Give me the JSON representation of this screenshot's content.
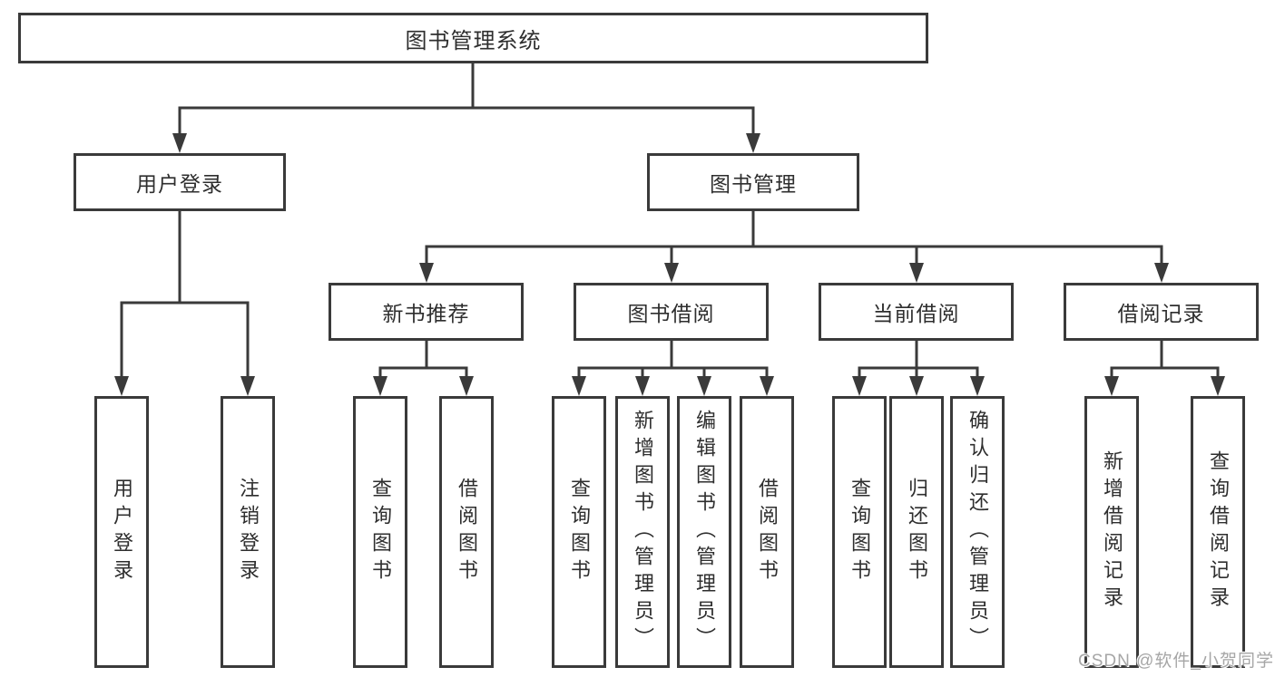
{
  "title": "图书管理系统",
  "watermark": "CSDN @软件_小贺同学",
  "colors": {
    "line": "#3a3a3a",
    "box_border": "#3a3a3a",
    "text": "#2e2e2e",
    "watermark_text": "#a6a6a6",
    "background": "#ffffff"
  },
  "level2": [
    {
      "label": "用户登录"
    },
    {
      "label": "图书管理"
    }
  ],
  "level3": [
    {
      "label": "新书推荐"
    },
    {
      "label": "图书借阅"
    },
    {
      "label": "当前借阅"
    },
    {
      "label": "借阅记录"
    }
  ],
  "leaves": {
    "user": [
      "用户登录",
      "注销登录"
    ],
    "recommend": [
      "查询图书",
      "借阅图书"
    ],
    "borrow": [
      "查询图书",
      "新增图书（管理员）",
      "编辑图书（管理员）",
      "借阅图书"
    ],
    "current": [
      "查询图书",
      "归还图书",
      "确认归还（管理员）"
    ],
    "records": [
      "新增借阅记录",
      "查询借阅记录"
    ]
  }
}
